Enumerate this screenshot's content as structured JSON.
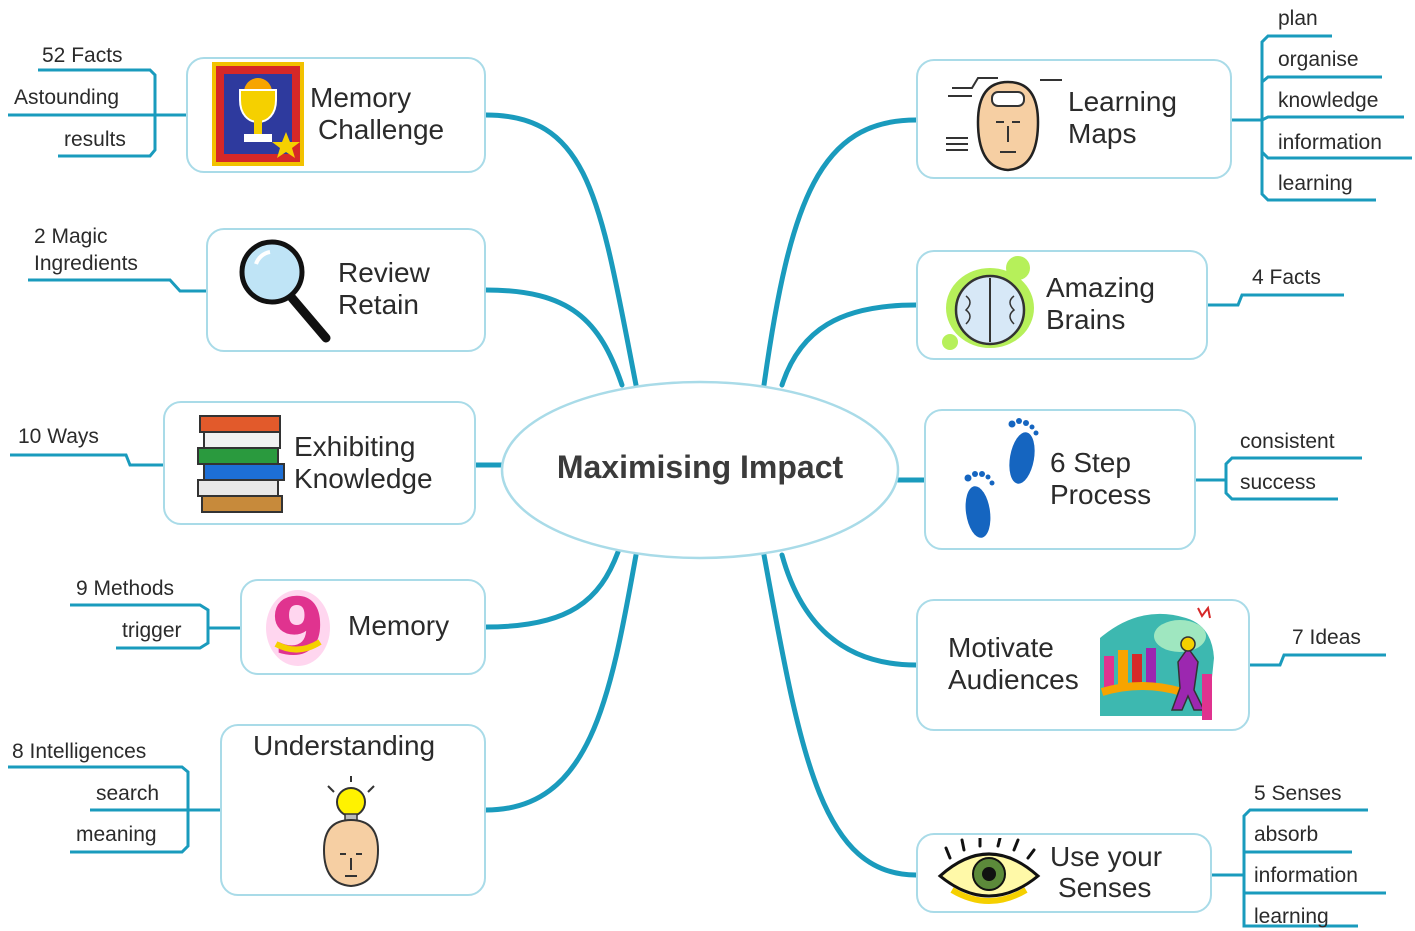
{
  "central": {
    "title": "Maximising Impact"
  },
  "branches": {
    "memory_challenge": {
      "line1": "Memory",
      "line2": "Challenge",
      "icon": "trophy-icon",
      "labels": [
        "52 Facts",
        "Astounding",
        "results"
      ]
    },
    "review_retain": {
      "line1": "Review",
      "line2": "Retain",
      "icon": "magnifier-icon",
      "labels": [
        "2 Magic",
        "Ingredients"
      ]
    },
    "exhibiting_knowledge": {
      "line1": "Exhibiting",
      "line2": "Knowledge",
      "icon": "books-icon",
      "labels": [
        "10 Ways"
      ]
    },
    "memory": {
      "line1": "Memory",
      "icon": "nine-icon",
      "labels": [
        "9 Methods",
        "trigger"
      ]
    },
    "understanding": {
      "line1": "Understanding",
      "icon": "lightbulb-head-icon",
      "labels": [
        "8 Intelligences",
        "search",
        "meaning"
      ]
    },
    "learning_maps": {
      "line1": "Learning",
      "line2": "Maps",
      "icon": "thinking-head-icon",
      "labels": [
        "plan",
        "organise",
        "knowledge",
        "information",
        "learning"
      ]
    },
    "amazing_brains": {
      "line1": "Amazing",
      "line2": "Brains",
      "icon": "brain-icon",
      "labels": [
        "4 Facts"
      ]
    },
    "six_step": {
      "line1": "6 Step",
      "line2": "Process",
      "icon": "footprints-icon",
      "labels": [
        "consistent",
        "success"
      ]
    },
    "motivate": {
      "line1": "Motivate",
      "line2": "Audiences",
      "icon": "audience-icon",
      "labels": [
        "7 Ideas"
      ]
    },
    "senses": {
      "line1": "Use your",
      "line2": "Senses",
      "icon": "eye-icon",
      "labels": [
        "5 Senses",
        "absorb",
        "information",
        "learning"
      ]
    }
  },
  "colors": {
    "connector": "#1a9bbd",
    "box_border": "#a9dbe8",
    "text": "#2b2b2b"
  }
}
